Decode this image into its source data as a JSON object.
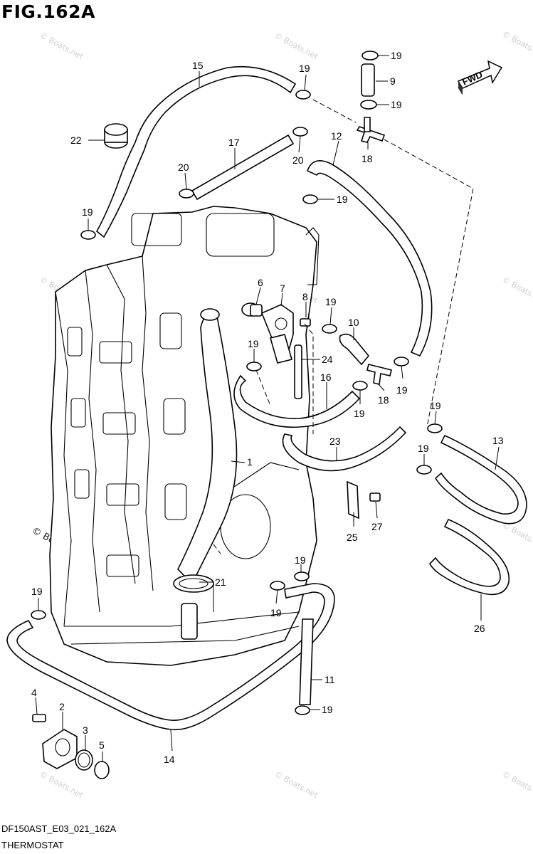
{
  "header": {
    "title": "FIG.162A"
  },
  "footer": {
    "code": "DF150AST_E03_021_162A",
    "name": "THERMOSTAT"
  },
  "watermark": {
    "text": "© Boats.net"
  },
  "badge": {
    "text": "FWD"
  },
  "callouts": [
    "1",
    "2",
    "3",
    "4",
    "5",
    "6",
    "7",
    "8",
    "9",
    "10",
    "11",
    "12",
    "13",
    "14",
    "15",
    "16",
    "17",
    "18",
    "19",
    "20",
    "21",
    "22",
    "23",
    "24",
    "25",
    "26",
    "27"
  ],
  "colors": {
    "ink": "#000000",
    "paper": "#ffffff",
    "watermark": "#cfcfcf"
  }
}
